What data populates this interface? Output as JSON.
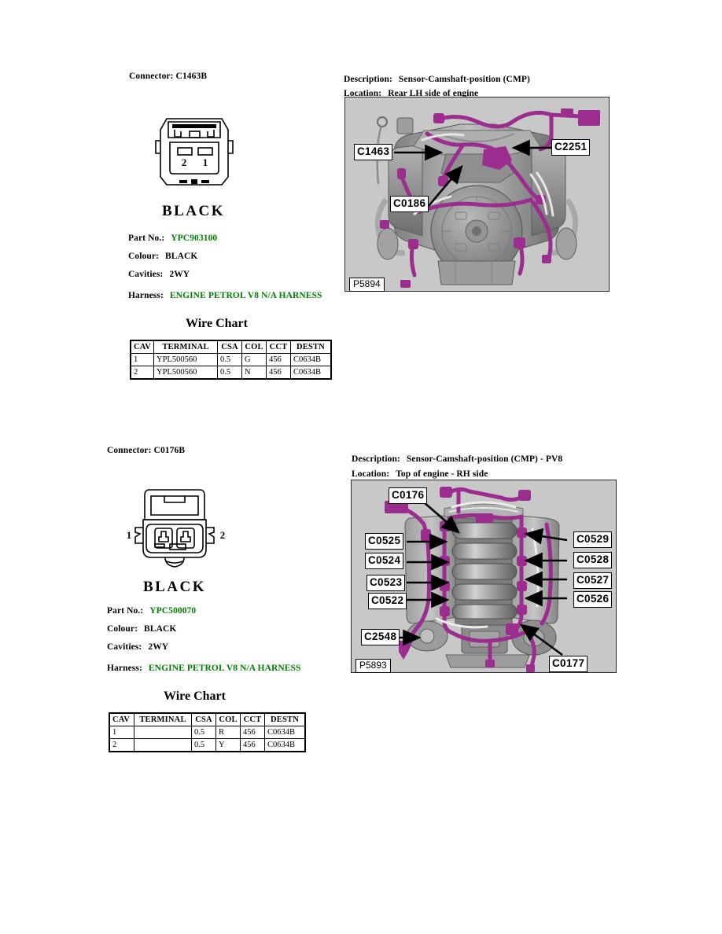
{
  "sections": [
    {
      "connector_label": "Connector: C1463B",
      "connector_colour_caption": "BLACK",
      "pins": [
        "2",
        "1"
      ],
      "part_no_label": "Part No.:",
      "part_no": "YPC903100",
      "colour_label": "Colour:",
      "colour": "BLACK",
      "cavities_label": "Cavities:",
      "cavities": "2WY",
      "harness_label": "Harness:",
      "harness": "ENGINE PETROL V8 N/A HARNESS",
      "wire_chart_title": "Wire Chart",
      "wire_chart": {
        "columns": [
          "CAV",
          "TERMINAL",
          "CSA",
          "COL",
          "CCT",
          "DESTN"
        ],
        "rows": [
          [
            "1",
            "YPL500560",
            "0.5",
            "G",
            "456",
            "C0634B"
          ],
          [
            "2",
            "YPL500560",
            "0.5",
            "N",
            "456",
            "C0634B"
          ]
        ]
      },
      "description_label": "Description:",
      "description": "Sensor-Camshaft-position (CMP)",
      "location_label": "Location:",
      "location": "Rear LH side of engine",
      "image_id": "P5894",
      "callouts": [
        "C1463",
        "C2251",
        "C0186"
      ]
    },
    {
      "connector_label": "Connector: C0176B",
      "connector_colour_caption": "BLACK",
      "pins": [
        "1",
        "2"
      ],
      "part_no_label": "Part No.:",
      "part_no": "YPC500070",
      "colour_label": "Colour:",
      "colour": "BLACK",
      "cavities_label": "Cavities:",
      "cavities": "2WY",
      "harness_label": "Harness:",
      "harness": "ENGINE PETROL V8 N/A HARNESS",
      "wire_chart_title": "Wire Chart",
      "wire_chart": {
        "columns": [
          "CAV",
          "TERMINAL",
          "CSA",
          "COL",
          "CCT",
          "DESTN"
        ],
        "rows": [
          [
            "1",
            "",
            "0.5",
            "R",
            "456",
            "C0634B"
          ],
          [
            "2",
            "",
            "0.5",
            "Y",
            "456",
            "C0634B"
          ]
        ]
      },
      "description_label": "Description:",
      "description": "Sensor-Camshaft-position (CMP) - PV8",
      "location_label": "Location:",
      "location": "Top of engine - RH side",
      "image_id": "P5893",
      "callouts": [
        "C0176",
        "C0525",
        "C0524",
        "C0523",
        "C0522",
        "C2548",
        "C0529",
        "C0528",
        "C0527",
        "C0526",
        "C0177"
      ]
    }
  ],
  "colors": {
    "harness_green": "#008000",
    "photo_background": "#c8c8c8",
    "harness_magenta": "#9b2d8f",
    "engine_grey": "#9a9a9a"
  }
}
